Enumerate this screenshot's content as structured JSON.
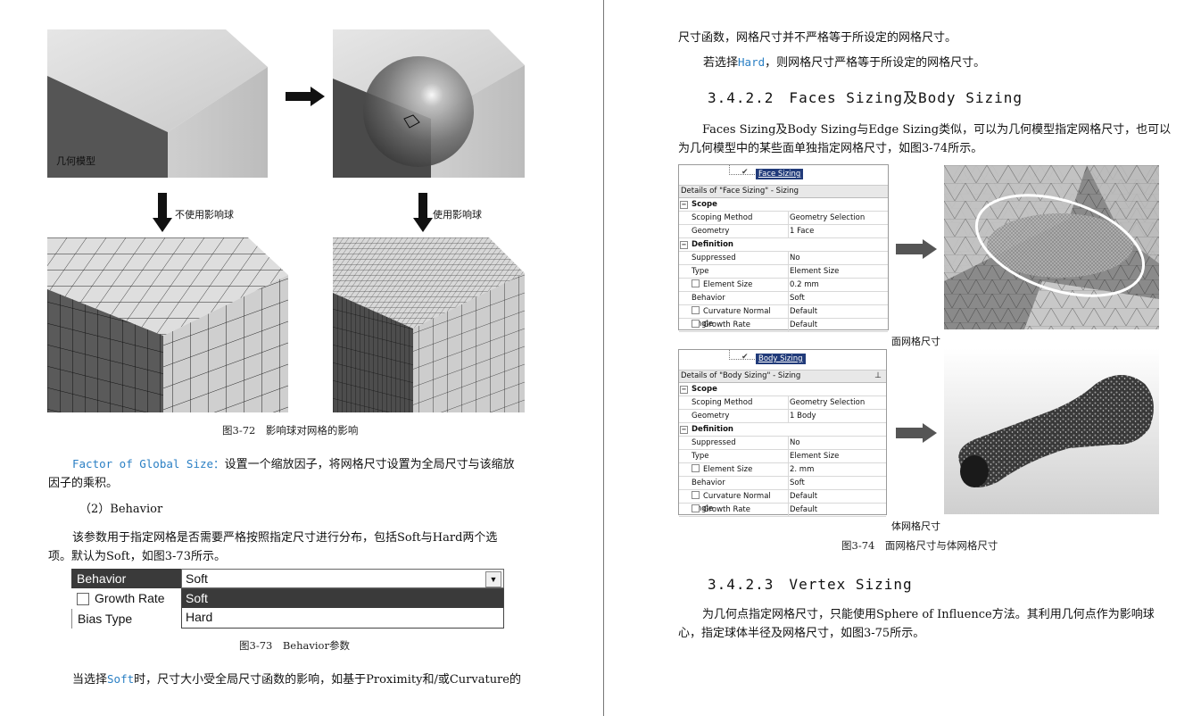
{
  "left": {
    "fig72": {
      "label_geometry": "几何模型",
      "label_no_sphere": "不使用影响球",
      "label_with_sphere": "使用影响球",
      "caption": "图3-72　影响球对网格的影响"
    },
    "factor_para": {
      "term": "Factor of Global Size",
      "sep": "：",
      "text1": "设置一个缩放因子，将网格尺寸设置为全局尺寸与该缩放",
      "text2": "因子的乘积。"
    },
    "behavior_heading": "（2）Behavior",
    "behavior_para": {
      "line1": "该参数用于指定网格是否需要严格按照指定尺寸进行分布，包括Soft与Hard两个选",
      "line2": "项。默认为Soft，如图3-73所示。"
    },
    "fig73": {
      "row1_label": "Behavior",
      "row1_value": "Soft",
      "row2_label": "Growth Rate",
      "row3_label": "Bias Type",
      "options": [
        "Soft",
        "Hard"
      ],
      "caption": "图3-73　Behavior参数"
    },
    "soft_para": {
      "prefix": "当选择",
      "term": "Soft",
      "suffix": "时，尺寸大小受全局尺寸函数的影响，如基于Proximity和/或Curvature的"
    }
  },
  "right": {
    "cont_line": "尺寸函数，网格尺寸并不严格等于所设定的网格尺寸。",
    "hard_para": {
      "prefix": "若选择",
      "term": "Hard",
      "suffix": "，则网格尺寸严格等于所设定的网格尺寸。"
    },
    "section_422": "3.4.2.2　Faces Sizing及Body Sizing",
    "faces_para": {
      "line1": "Faces Sizing及Body Sizing与Edge Sizing类似，可以为几何模型指定网格尺寸，也可以",
      "line2": "为几何模型中的某些面单独指定网格尺寸，如图3-74所示。"
    },
    "face_panel": {
      "node": "Face Sizing",
      "title": "Details of \"Face Sizing\" - Sizing",
      "rows": [
        {
          "group": "Scope"
        },
        {
          "k": "Scoping Method",
          "v": "Geometry Selection"
        },
        {
          "k": "Geometry",
          "v": "1 Face"
        },
        {
          "group": "Definition"
        },
        {
          "k": "Suppressed",
          "v": "No"
        },
        {
          "k": "Type",
          "v": "Element Size"
        },
        {
          "k": "Element Size",
          "v": "0.2 mm",
          "check": true
        },
        {
          "k": "Behavior",
          "v": "Soft"
        },
        {
          "k": "Curvature Normal Angle",
          "v": "Default",
          "check": true
        },
        {
          "k": "Growth Rate",
          "v": "Default",
          "check": true
        }
      ]
    },
    "body_panel": {
      "node": "Body Sizing",
      "title": "Details of \"Body Sizing\" - Sizing",
      "rows": [
        {
          "group": "Scope"
        },
        {
          "k": "Scoping Method",
          "v": "Geometry Selection"
        },
        {
          "k": "Geometry",
          "v": "1 Body"
        },
        {
          "group": "Definition"
        },
        {
          "k": "Suppressed",
          "v": "No"
        },
        {
          "k": "Type",
          "v": "Element Size"
        },
        {
          "k": "Element Size",
          "v": "2. mm",
          "check": true
        },
        {
          "k": "Behavior",
          "v": "Soft"
        },
        {
          "k": "Curvature Normal Angle",
          "v": "Default",
          "check": true
        },
        {
          "k": "Growth Rate",
          "v": "Default",
          "check": true
        }
      ]
    },
    "face_label": "面网格尺寸",
    "body_label": "体网格尺寸",
    "fig74_caption": "图3-74　面网格尺寸与体网格尺寸",
    "section_423": "3.4.2.3　Vertex Sizing",
    "vertex_para": {
      "line1": "为几何点指定网格尺寸，只能使用Sphere of Influence方法。其利用几何点作为影响球",
      "line2": "心，指定球体半径及网格尺寸，如图3-75所示。"
    }
  },
  "colors": {
    "code_blue": "#2a7fc4",
    "behavior_row_bg": "#3a3a3a",
    "tree_node_bg": "#213b7a"
  }
}
